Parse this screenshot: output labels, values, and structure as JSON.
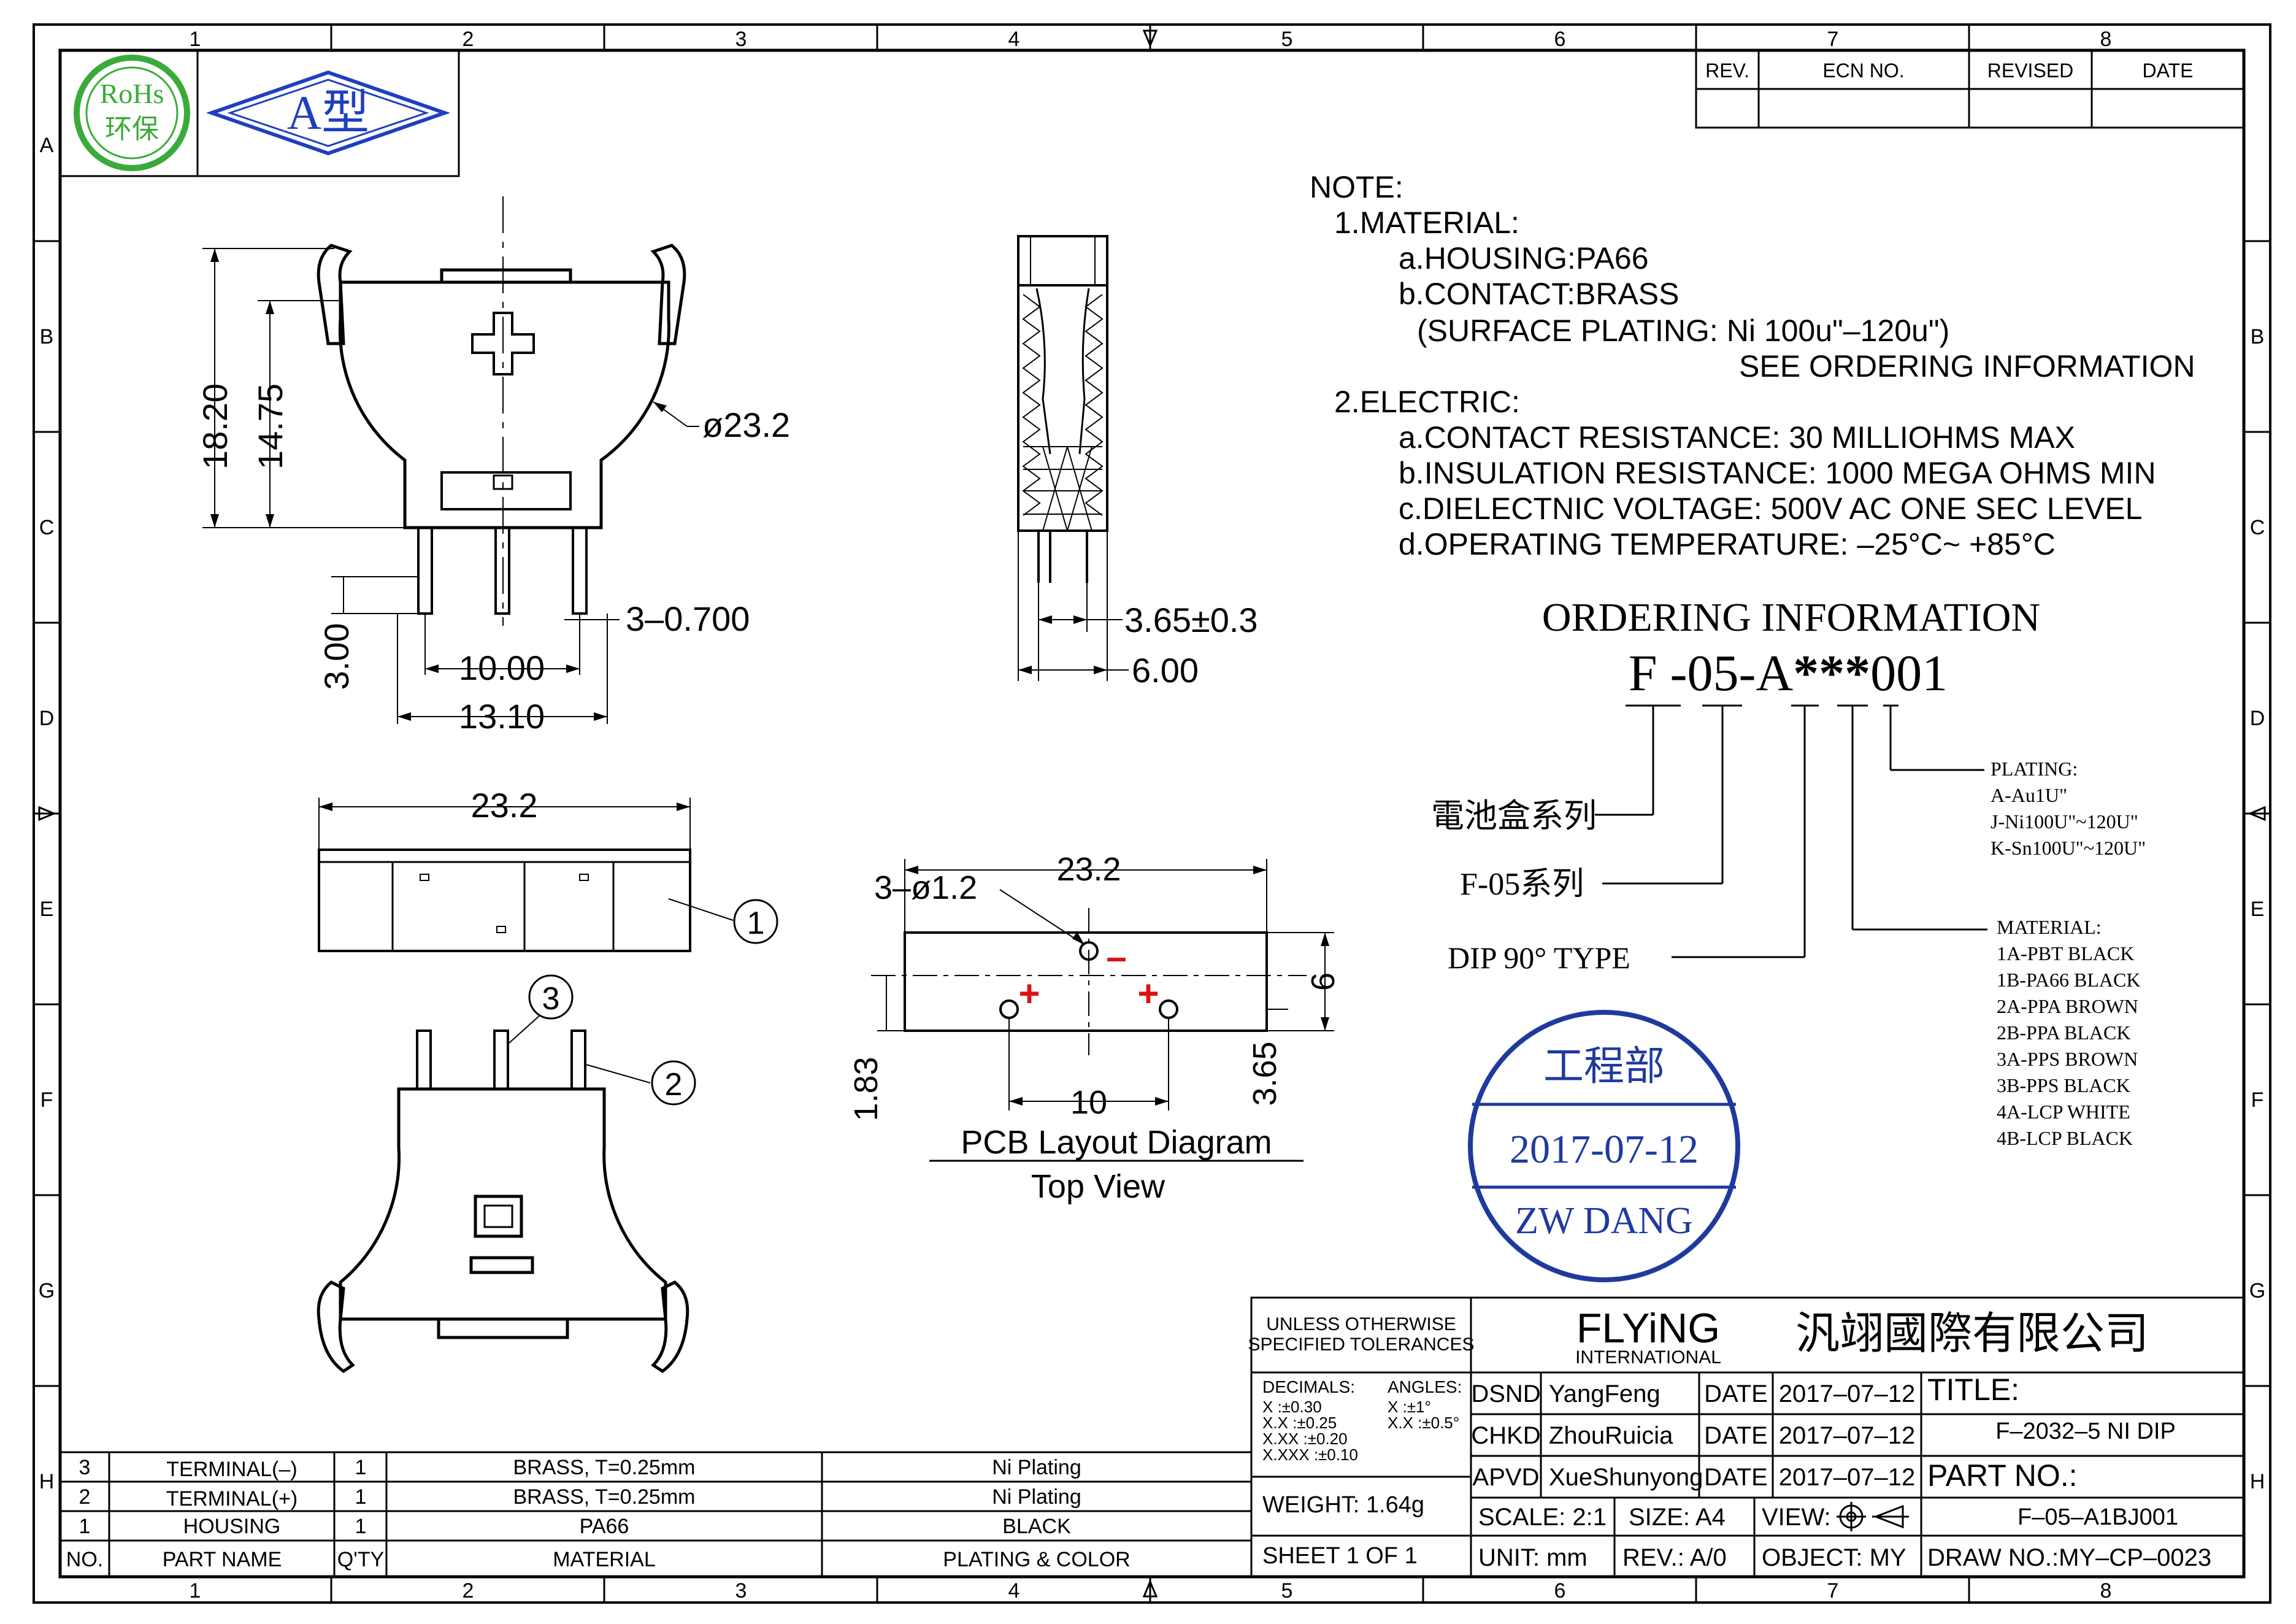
{
  "border": {
    "columns": [
      "1",
      "2",
      "3",
      "4",
      "5",
      "6",
      "7",
      "8"
    ],
    "rows": [
      "A",
      "B",
      "C",
      "D",
      "E",
      "F",
      "G",
      "H"
    ]
  },
  "logos": {
    "rohs_line1": "RoHs",
    "rohs_line2": "环保",
    "type_badge": "A型"
  },
  "revision_table": {
    "headers": [
      "REV.",
      "ECN NO.",
      "REVISED",
      "DATE"
    ]
  },
  "notes": {
    "heading": "NOTE:",
    "material_heading": "1.MATERIAL:",
    "housing": "a.HOUSING:PA66",
    "contact": "b.CONTACT:BRASS",
    "plating": "(SURFACE  PLATING:  Ni  100u\"–120u\")",
    "see_ordering": "SEE  ORDERING  INFORMATION",
    "electric_heading": "2.ELECTRIC:",
    "contact_resistance": "a.CONTACT  RESISTANCE:  30  MILLIOHMS  MAX",
    "insulation_resistance": "b.INSULATION  RESISTANCE:  1000  MEGA  OHMS  MIN",
    "dielectric_voltage": "c.DIELECTNIC  VOLTAGE:  500V  AC  ONE  SEC  LEVEL",
    "operating_temperature": "d.OPERATING  TEMPERATURE:  –25°C~  +85°C"
  },
  "ordering": {
    "title": "ORDERING  INFORMATION",
    "code_prefix": "F -05-A",
    "code_stars": "***",
    "code_suffix": "001",
    "series_cn": "電池盒系列",
    "series_f05": "F-05系列",
    "dip_type": "DIP 90°   TYPE",
    "plating_title": "PLATING:",
    "plating_options": [
      "A-Au1U\"",
      "J-Ni100U\"~120U\"",
      "K-Sn100U\"~120U\""
    ],
    "material_title": "MATERIAL:",
    "material_options": [
      "1A-PBT BLACK",
      "1B-PA66 BLACK",
      "2A-PPA BROWN",
      "2B-PPA BLACK",
      "3A-PPS BROWN",
      "3B-PPS BLACK",
      "4A-LCP WHITE",
      "4B-LCP BLACK"
    ]
  },
  "stamp": {
    "dept": "工程部",
    "date": "2017-07-12",
    "name": "ZW DANG",
    "color": "#1f3a9e"
  },
  "dimensions": {
    "front_height_total": "18.20",
    "front_height_body": "14.75",
    "diameter": "ø23.2",
    "pin_length": "3.00",
    "pin_pitch": "10.00",
    "pin_width": "3–0.700",
    "overall_width": "13.10",
    "side_pin_offset": "3.65±0.3",
    "side_depth": "6.00",
    "top_width": "23.2",
    "pcb_width": "23.2",
    "pcb_hole": "3–ø1.2",
    "pcb_height": "6",
    "pcb_pitch": "10",
    "pcb_left_offset": "1.83",
    "pcb_right_offset": "3.65"
  },
  "callouts": [
    "1",
    "2",
    "3"
  ],
  "pcb": {
    "title": "PCB  Layout  Diagram",
    "subtitle": "Top  View",
    "minus": "–",
    "plus": "+",
    "mark_color": "#dd1111"
  },
  "bom": {
    "headers": [
      "NO.",
      "PART NAME",
      "Q'TY",
      "MATERIAL",
      "PLATING  &  COLOR"
    ],
    "rows": [
      [
        "3",
        "TERMINAL(–)",
        "1",
        "BRASS,  T=0.25mm",
        "Ni  Plating"
      ],
      [
        "2",
        "TERMINAL(+)",
        "1",
        "BRASS,  T=0.25mm",
        "Ni  Plating"
      ],
      [
        "1",
        "HOUSING",
        "1",
        "PA66",
        "BLACK"
      ]
    ]
  },
  "title_block": {
    "tolerance_heading_1": "UNLESS  OTHERWISE",
    "tolerance_heading_2": "SPECIFIED  TOLERANCES",
    "decimals_label": "DECIMALS:",
    "angles_label": "ANGLES:",
    "decimals": [
      "X      :±0.30",
      "X.X    :±0.25",
      "X.XX  :±0.20",
      "X.XXX :±0.10"
    ],
    "angles": [
      "X    :±1°",
      "X.X :±0.5°"
    ],
    "weight": "WEIGHT:  1.64g",
    "sheet": "SHEET  1  OF  1",
    "company_en": "FLYiNG",
    "company_sub": "INTERNATIONAL",
    "company_cn": "汎翊國際有限公司",
    "dsnd_label": "DSND",
    "dsnd_name": "YangFeng",
    "chkd_label": "CHKD",
    "chkd_name": "ZhouRuicia",
    "apvd_label": "APVD",
    "apvd_name": "XueShunyong",
    "date_label": "DATE",
    "date_value": "2017–07–12",
    "title_label": "TITLE:",
    "title_value": "F–2032–5  NI  DIP",
    "part_label": "PART  NO.:",
    "part_value": "F–05–A1BJ001",
    "scale": "SCALE:  2:1",
    "size": "SIZE:  A4",
    "view": "VIEW:",
    "unit": "UNIT:  mm",
    "rev": "REV.:  A/0",
    "object": "OBJECT:  MY",
    "draw_no": "DRAW  NO.:MY–CP–0023"
  }
}
